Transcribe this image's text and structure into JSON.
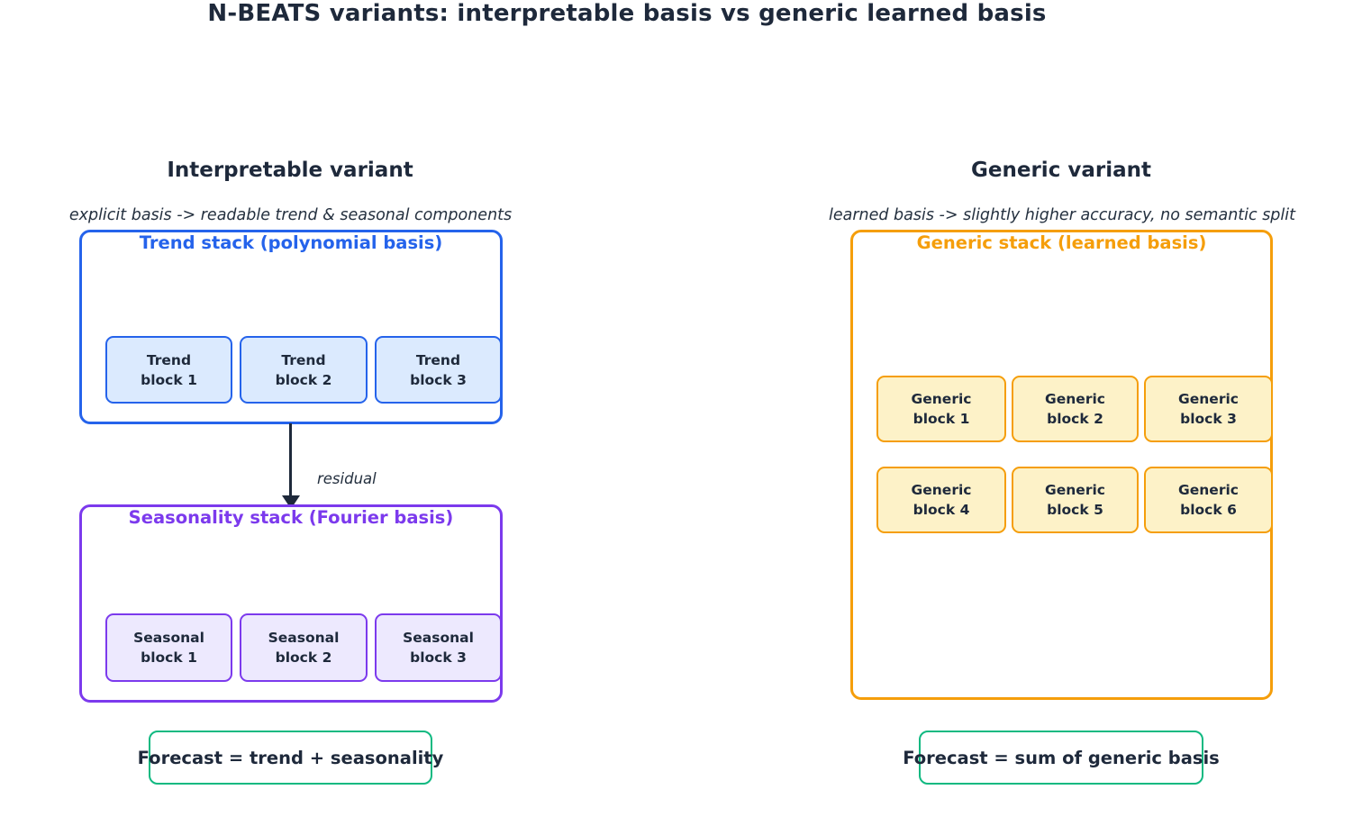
{
  "title": "N-BEATS variants: interpretable basis vs generic learned basis",
  "colors": {
    "text_dark": "#1e293b",
    "blue_accent": "#2563eb",
    "blue_fill": "#dbeafe",
    "purple_accent": "#7c3aed",
    "purple_fill": "#ede9fe",
    "orange_accent": "#f59e0b",
    "orange_fill": "#fdf2c8",
    "green_accent": "#10b981"
  },
  "interpretable": {
    "heading": "Interpretable variant",
    "subtitle": "explicit basis -> readable trend & seasonal components",
    "trend_stack": {
      "title": "Trend stack (polynomial basis)",
      "blocks": [
        "Trend\nblock 1",
        "Trend\nblock 2",
        "Trend\nblock 3"
      ]
    },
    "residual_label": "residual",
    "seasonality_stack": {
      "title": "Seasonality stack (Fourier basis)",
      "blocks": [
        "Seasonal\nblock 1",
        "Seasonal\nblock 2",
        "Seasonal\nblock 3"
      ]
    },
    "forecast": "Forecast = trend + seasonality"
  },
  "generic": {
    "heading": "Generic variant",
    "subtitle": "learned basis -> slightly higher accuracy, no semantic split",
    "stack": {
      "title": "Generic stack (learned basis)",
      "blocks": [
        "Generic\nblock 1",
        "Generic\nblock 2",
        "Generic\nblock 3",
        "Generic\nblock 4",
        "Generic\nblock 5",
        "Generic\nblock 6"
      ]
    },
    "forecast": "Forecast = sum of generic basis"
  }
}
